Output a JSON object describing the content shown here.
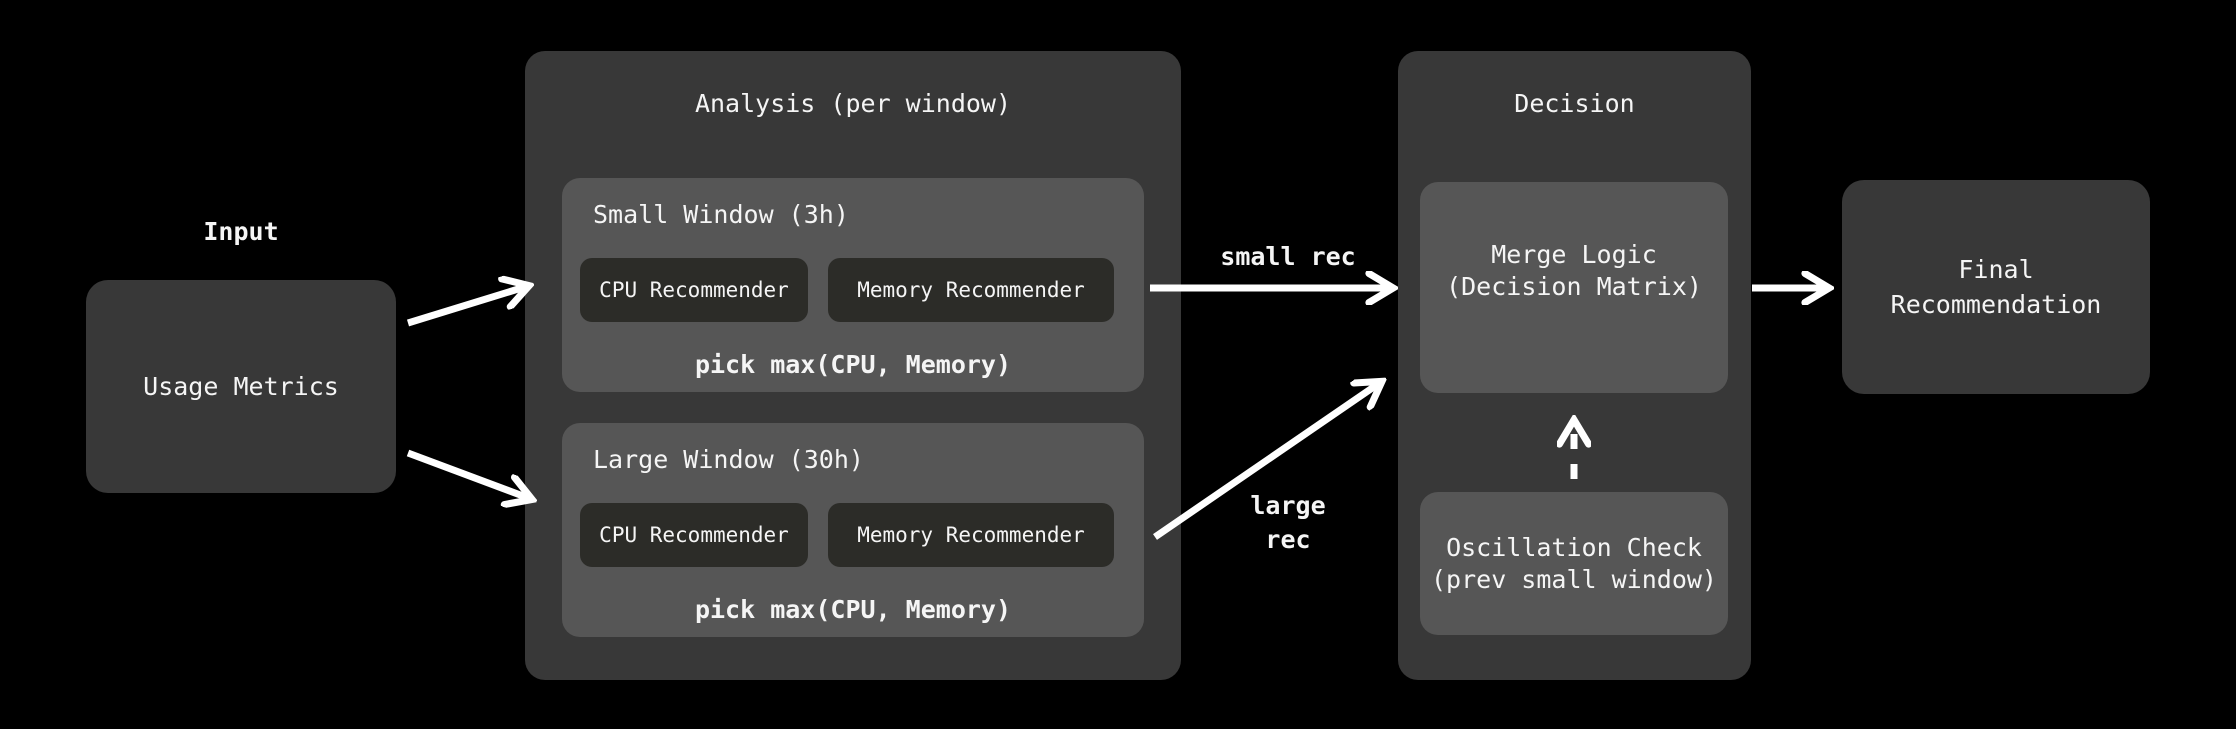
{
  "colors": {
    "background": "#000000",
    "container_fill": "#383838",
    "panel_fill": "#565656",
    "chip_fill": "#2c2c28",
    "text": "#f5f5f5",
    "arrow": "#ffffff"
  },
  "diagram": {
    "input": {
      "label": "Input",
      "node": "Usage Metrics"
    },
    "analysis": {
      "title": "Analysis (per window)",
      "windows": [
        {
          "title": "Small Window (3h)",
          "cpu": "CPU Recommender",
          "memory": "Memory Recommender",
          "footer": "pick max(CPU, Memory)"
        },
        {
          "title": "Large Window (30h)",
          "cpu": "CPU Recommender",
          "memory": "Memory Recommender",
          "footer": "pick max(CPU, Memory)"
        }
      ]
    },
    "edges": {
      "small": "small rec",
      "large_line1": "large",
      "large_line2": "rec"
    },
    "decision": {
      "title": "Decision",
      "merge": {
        "line1": "Merge Logic",
        "line2": "(Decision Matrix)"
      },
      "oscillation": {
        "line1": "Oscillation Check",
        "line2": "(prev small window)"
      }
    },
    "output": {
      "line1": "Final",
      "line2": "Recommendation"
    }
  }
}
